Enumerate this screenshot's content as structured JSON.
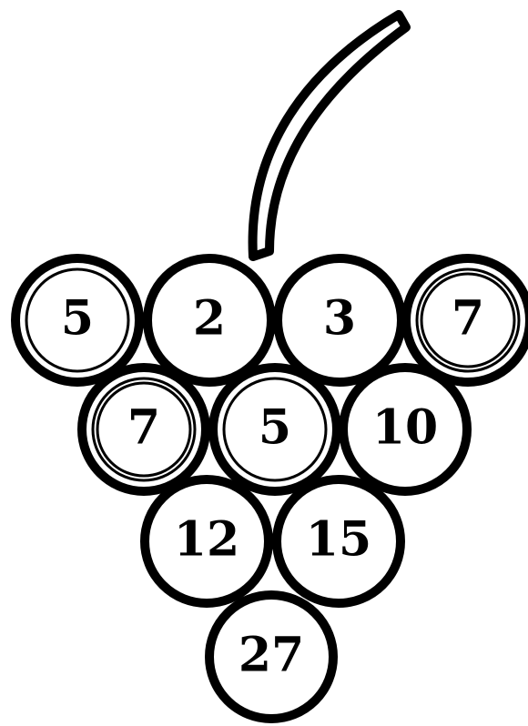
{
  "colors": {
    "ink": "#000000",
    "fill": "#ffffff"
  },
  "grapes": [
    {
      "label": "5",
      "rings": 2,
      "row": 1,
      "position": 1
    },
    {
      "label": "2",
      "rings": 1,
      "row": 1,
      "position": 2
    },
    {
      "label": "3",
      "rings": 1,
      "row": 1,
      "position": 3
    },
    {
      "label": "7",
      "rings": 3,
      "row": 1,
      "position": 4
    },
    {
      "label": "7",
      "rings": 3,
      "row": 2,
      "position": 1
    },
    {
      "label": "5",
      "rings": 2,
      "row": 2,
      "position": 2
    },
    {
      "label": "10",
      "rings": 1,
      "row": 2,
      "position": 3
    },
    {
      "label": "12",
      "rings": 1,
      "row": 3,
      "position": 1
    },
    {
      "label": "15",
      "rings": 1,
      "row": 3,
      "position": 2
    },
    {
      "label": "27",
      "rings": 1,
      "row": 4,
      "position": 1
    }
  ]
}
